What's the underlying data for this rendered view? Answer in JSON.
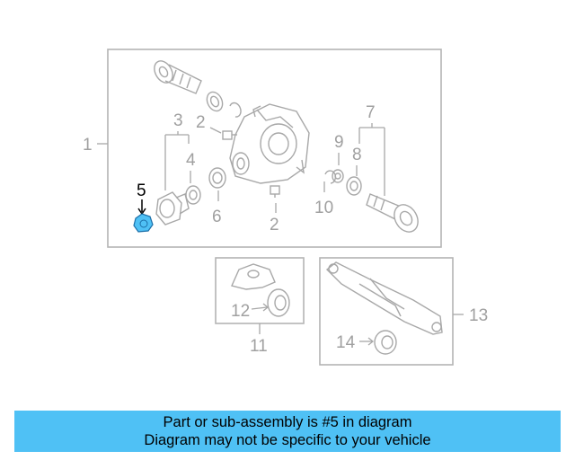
{
  "diagram": {
    "callouts": [
      "1",
      "2",
      "3",
      "4",
      "5",
      "6",
      "2",
      "7",
      "8",
      "9",
      "10",
      "11",
      "12",
      "13",
      "14"
    ],
    "highlighted_part": "5",
    "highlight_color": "#4fc1f5"
  },
  "banner": {
    "line1": "Part or sub-assembly is #5 in diagram",
    "line2": "Diagram may not be specific to your vehicle",
    "background": "#4fc1f5"
  }
}
